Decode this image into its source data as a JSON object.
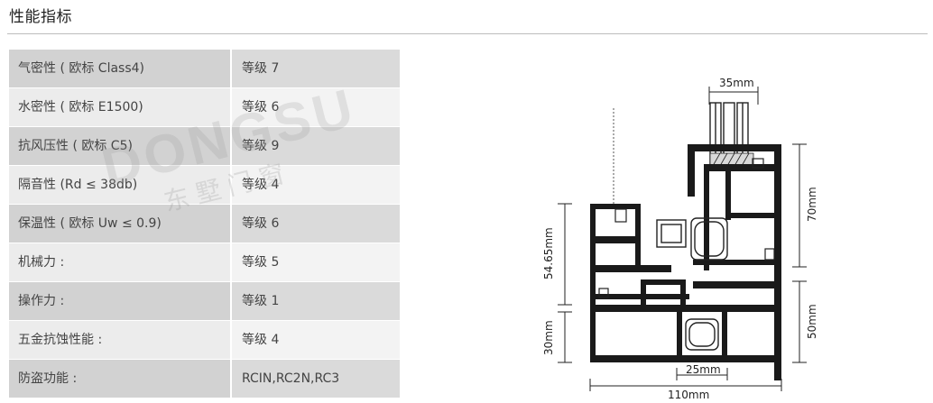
{
  "page": {
    "title": "性能指标"
  },
  "watermark": {
    "latin": "DONGSU",
    "cjk": "东墅门窗"
  },
  "specs": [
    {
      "label": "气密性 ( 欧标 Class4)",
      "value": "等级 7"
    },
    {
      "label": "水密性 ( 欧标 E1500)",
      "value": "等级 6"
    },
    {
      "label": "抗风压性 ( 欧标 C5)",
      "value": "等级 9"
    },
    {
      "label": "隔音性 (Rd ≤ 38db)",
      "value": "等级 4"
    },
    {
      "label": "保温性 ( 欧标 Uw ≤ 0.9)",
      "value": "等级 6"
    },
    {
      "label": "机械力 :",
      "value": "等级 5"
    },
    {
      "label": "操作力 :",
      "value": "等级 1"
    },
    {
      "label": "五金抗蚀性能 :",
      "value": "等级 4"
    },
    {
      "label": "防盗功能 :",
      "value": "RCIN,RC2N,RC3"
    }
  ],
  "diagram": {
    "dims": {
      "glass_width": "35mm",
      "frame_height_upper": "70mm",
      "frame_height_lower": "50mm",
      "sash_height": "54.65mm",
      "bottom_height": "30mm",
      "inner_width": "25mm",
      "total_width": "110mm"
    }
  }
}
